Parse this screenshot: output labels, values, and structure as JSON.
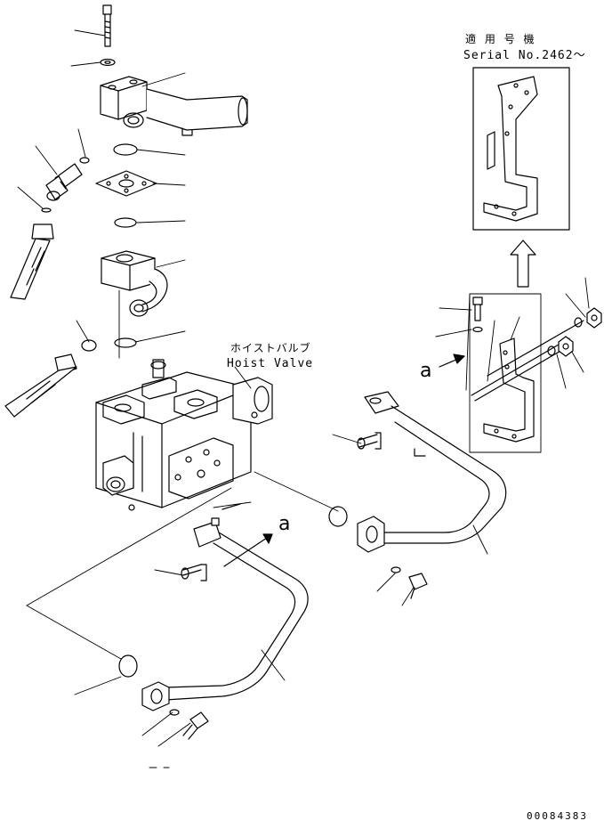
{
  "serial_note": {
    "applicable_label": "適 用 号 機",
    "serial_label": "Serial No.2462〜"
  },
  "hoist_valve": {
    "label_jp": "ホイストバルブ",
    "label_en": "Hoist Valve"
  },
  "callouts": {
    "view_a_upper": "a",
    "view_a_lower": "a"
  },
  "drawing_number": "00084383"
}
